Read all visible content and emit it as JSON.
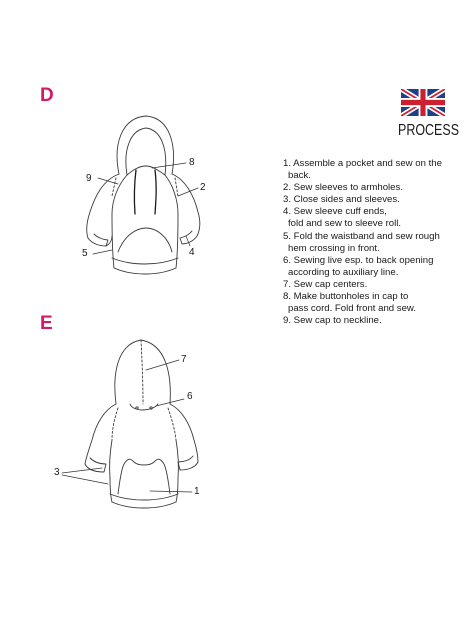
{
  "sections": {
    "d_label": "D",
    "e_label": "E"
  },
  "header": {
    "title": "PROCESS",
    "flag_icon": "union-jack-flag-icon",
    "flag_colors": {
      "blue": "#1e3f8a",
      "red": "#cc1f2f",
      "white": "#ffffff"
    }
  },
  "accent_color": "#d6186a",
  "steps": [
    [
      "1. Assemble a pocket and sew on the",
      "back."
    ],
    [
      "2. Sew sleeves to armholes."
    ],
    [
      "3. Close sides and sleeves."
    ],
    [
      "4. Sew sleeve cuff ends,",
      "fold and sew to sleeve roll."
    ],
    [
      "5. Fold the waistband and sew rough",
      "hem crossing in front."
    ],
    [
      "6. Sewing live esp. to back opening",
      "according to auxiliary line."
    ],
    [
      "7. Sew cap centers."
    ],
    [
      "8. Make buttonholes in cap to",
      "pass cord. Fold front and sew."
    ],
    [
      "9. Sew cap to neckline."
    ]
  ],
  "diagram_d_callouts": [
    "8",
    "9",
    "2",
    "5",
    "4"
  ],
  "diagram_e_callouts": [
    "7",
    "6",
    "3",
    "1"
  ]
}
